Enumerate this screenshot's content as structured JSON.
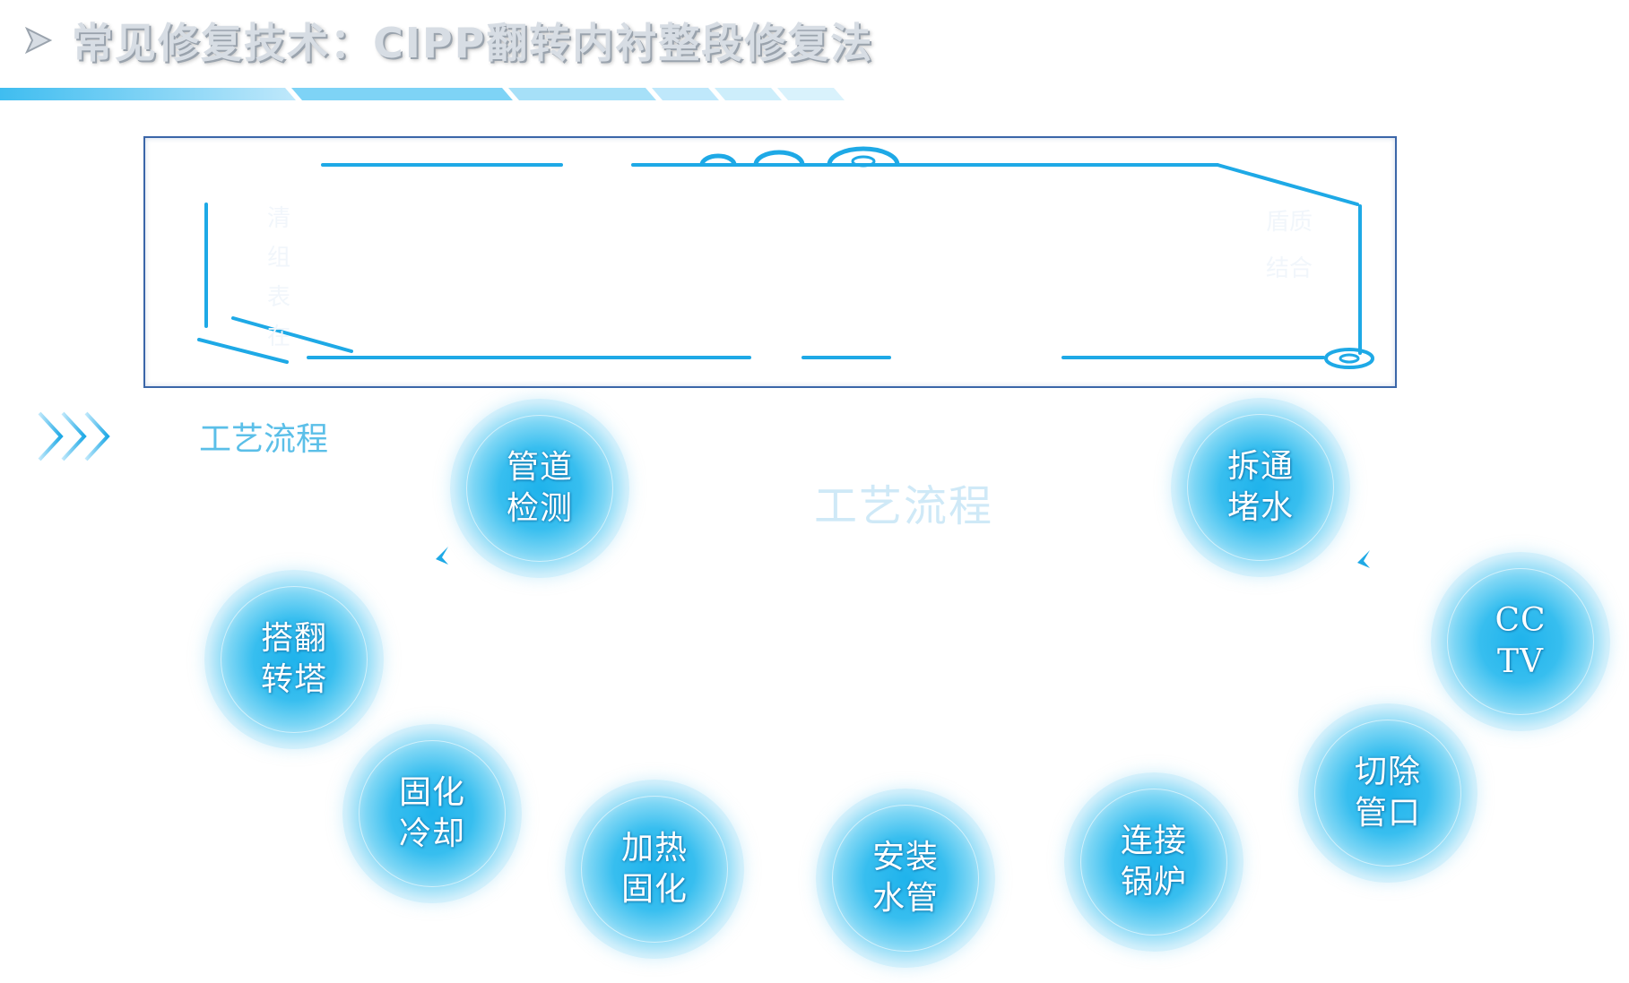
{
  "header": {
    "title": "常见修复技术：CIPP翻转内衬整段修复法"
  },
  "frame": {
    "ghost_left": [
      "清",
      "组",
      "表",
      "在"
    ],
    "ghost_right": [
      "盾质",
      "结合"
    ]
  },
  "section": {
    "label": "工艺流程",
    "center_title": "工艺流程"
  },
  "steps": [
    {
      "label": "管道检测"
    },
    {
      "label": "拆通堵水"
    },
    {
      "label": "搭翻转塔"
    },
    {
      "label": "CCTV"
    },
    {
      "label": "固化冷却"
    },
    {
      "label": "切除管口"
    },
    {
      "label": "加热固化"
    },
    {
      "label": "安装水管"
    },
    {
      "label": "连接锅炉"
    }
  ],
  "colors": {
    "accent": "#1ea9e6",
    "light_accent": "#7dd6f5",
    "frame_border": "#3b66a8",
    "title_text": "#d7dde4"
  }
}
